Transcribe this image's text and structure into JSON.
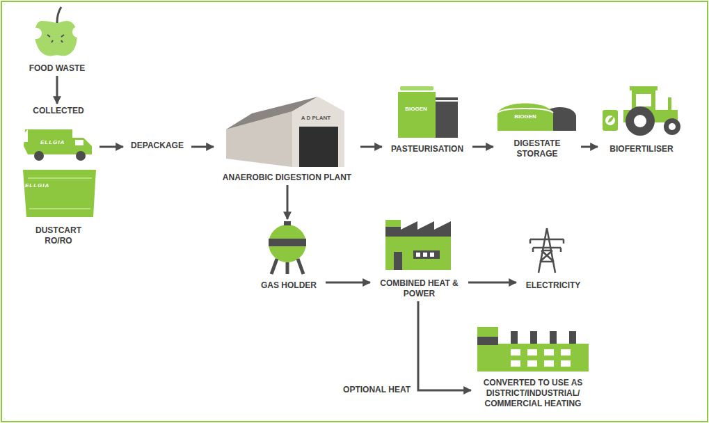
{
  "diagram": {
    "nodes": [
      {
        "text": [
          "FOOD WASTE"
        ]
      },
      {
        "text": [
          "COLLECTED",
          "DUSTCART RO/RO"
        ]
      },
      {
        "text": [
          "DEPACKAGE"
        ]
      },
      {
        "text": [
          "A D PLANT",
          "ANAEROBIC DIGESTION PLANT"
        ]
      },
      {
        "text": [
          "BIOGEN",
          "PASTEURISATION"
        ]
      },
      {
        "text": [
          "BIOGEN",
          "DIGESTATE STORAGE"
        ]
      },
      {
        "text": [
          "BIOFERTILISER"
        ]
      },
      {
        "text": [
          "GAS HOLDER"
        ]
      },
      {
        "text": [
          "COMBINED HEAT & POWER"
        ]
      },
      {
        "text": [
          "ELECTRICITY"
        ]
      },
      {
        "text": [
          "CONVERTED TO USE AS DISTRICT/INDUSTRIAL/ COMMERCIAL HEATING"
        ]
      }
    ],
    "edges": [
      {
        "from": 0,
        "to": 1,
        "arrow": "to"
      },
      {
        "from": 1,
        "to": 2,
        "arrow": "to"
      },
      {
        "from": 2,
        "to": 3,
        "arrow": "to"
      },
      {
        "from": 3,
        "to": 4,
        "arrow": "to"
      },
      {
        "from": 4,
        "to": 5,
        "arrow": "to"
      },
      {
        "from": 5,
        "to": 6,
        "arrow": "to"
      },
      {
        "from": 3,
        "to": 7,
        "arrow": "to"
      },
      {
        "from": 7,
        "to": 8,
        "arrow": "to"
      },
      {
        "from": 8,
        "to": 9,
        "arrow": "to"
      },
      {
        "from": 8,
        "to": 10,
        "label": "OPTIONAL HEAT",
        "arrow": "to"
      }
    ],
    "labels": [
      "ELLGIA",
      "ELLGIA"
    ]
  }
}
